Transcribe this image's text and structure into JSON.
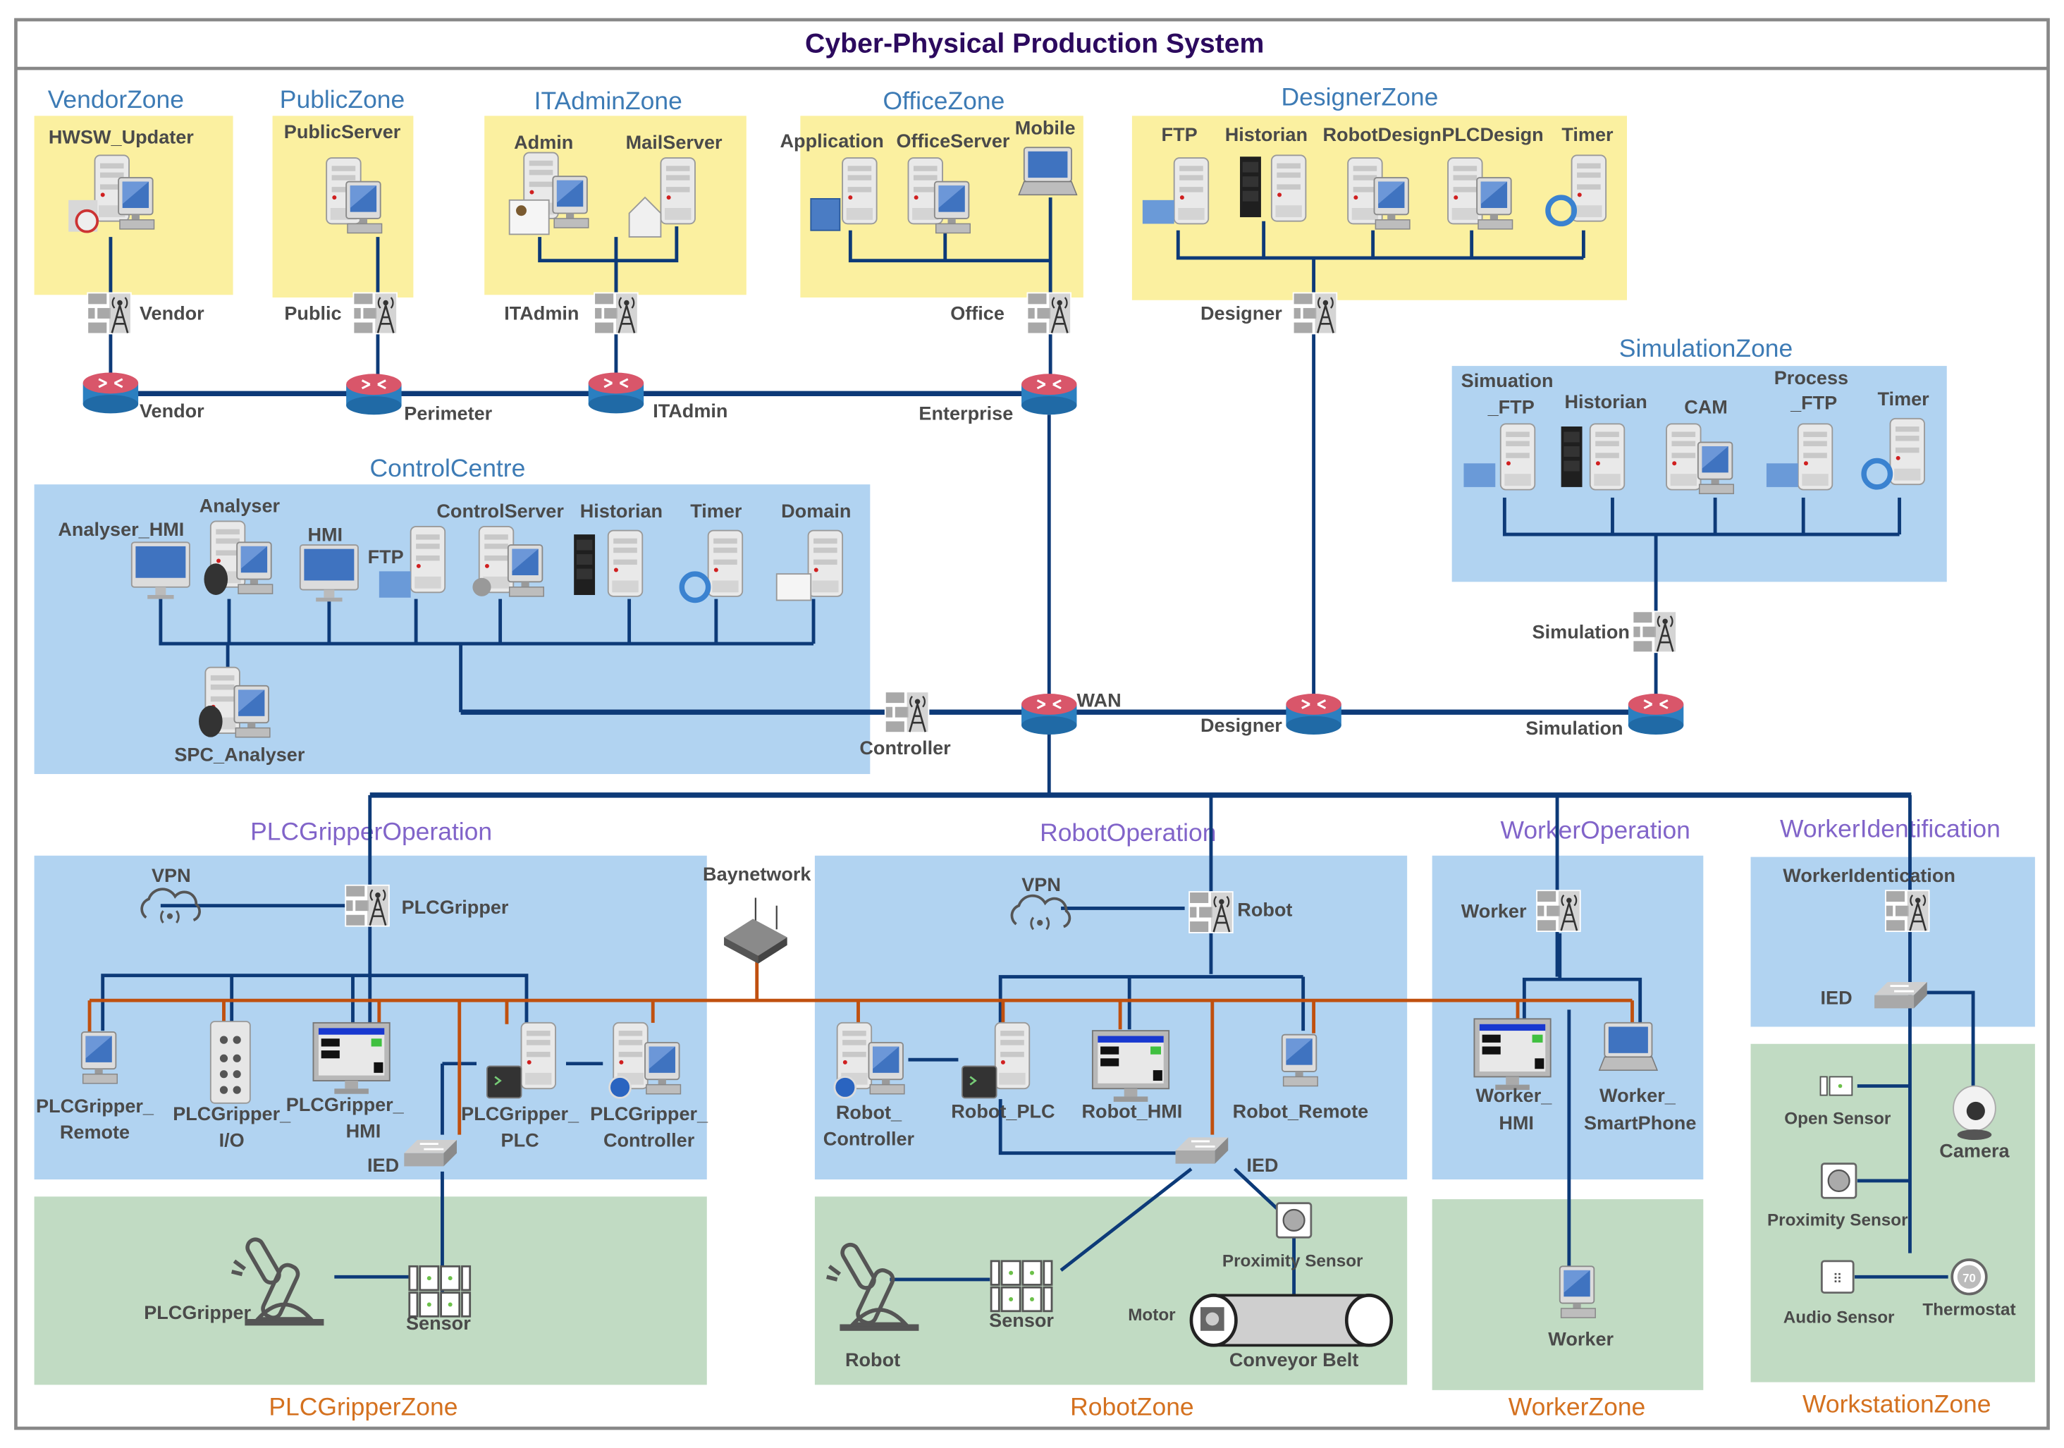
{
  "title": "Cyber-Physical Production System",
  "colors": {
    "it_zone_fill": "#fbf0a0",
    "operation_zone_fill": "#b1d3f1",
    "physical_zone_fill": "#c1dbc3",
    "network_link": "#0d3a78",
    "wireless_bus_link": "#c0500f",
    "title_color": "#2c0a5e",
    "it_zone_label": "#3d7bb5",
    "operation_zone_label": "#8164c9",
    "physical_zone_label": "#d4711f",
    "router_top": "#d9566a",
    "router_body": "#2b7fc0"
  },
  "zones": {
    "vendor": {
      "label": "VendorZone",
      "devices": [
        {
          "label": "HWSW_Updater",
          "icon": "server-workstation-cd-icon"
        }
      ],
      "firewall": "Vendor",
      "router": "Vendor"
    },
    "public": {
      "label": "PublicZone",
      "devices": [
        {
          "label": "PublicServer",
          "icon": "server-workstation-icon"
        }
      ],
      "firewall": "Public",
      "router": "Perimeter"
    },
    "itadmin": {
      "label": "ITAdminZone",
      "devices": [
        {
          "label": "Admin",
          "icon": "server-workstation-id-card-icon"
        },
        {
          "label": "MailServer",
          "icon": "mail-server-icon"
        }
      ],
      "firewall": "ITAdmin",
      "router": "ITAdmin"
    },
    "office": {
      "label": "OfficeZone",
      "devices": [
        {
          "label": "Application",
          "icon": "application-server-icon"
        },
        {
          "label": "OfficeServer",
          "icon": "server-workstation-icon"
        },
        {
          "label": "Mobile",
          "icon": "laptop-icon"
        }
      ],
      "firewall": "Office",
      "router": "Enterprise"
    },
    "designer": {
      "label": "DesignerZone",
      "devices": [
        {
          "label": "FTP",
          "icon": "ftp-server-icon"
        },
        {
          "label": "Historian",
          "icon": "historian-server-icon"
        },
        {
          "label": "RobotDesign",
          "icon": "server-workstation-icon"
        },
        {
          "label": "PLCDesign",
          "icon": "server-workstation-icon"
        },
        {
          "label": "Timer",
          "icon": "timer-server-icon"
        }
      ],
      "firewall": "Designer",
      "router": "Designer"
    },
    "simulation": {
      "label": "SimulationZone",
      "devices": [
        {
          "label_line1": "Simuation",
          "label_line2": "_FTP",
          "icon": "ftp-server-icon"
        },
        {
          "label": "Historian",
          "icon": "historian-server-icon"
        },
        {
          "label": "CAM",
          "icon": "server-workstation-gears-icon"
        },
        {
          "label_line1": "Process",
          "label_line2": "_FTP",
          "icon": "ftp-server-icon"
        },
        {
          "label": "Timer",
          "icon": "timer-server-icon"
        }
      ],
      "firewall": "Simulation",
      "router": "Simulation"
    },
    "control_centre": {
      "label": "ControlCentre",
      "devices": [
        {
          "label": "Analyser_HMI",
          "icon": "imac-icon"
        },
        {
          "label": "Analyser",
          "icon": "server-workstation-db-icon"
        },
        {
          "label": "HMI",
          "icon": "imac-icon"
        },
        {
          "label": "FTP",
          "icon": "ftp-server-icon"
        },
        {
          "label": "ControlServer",
          "icon": "server-workstation-gears-icon"
        },
        {
          "label": "Historian",
          "icon": "historian-server-icon"
        },
        {
          "label": "Timer",
          "icon": "timer-server-icon"
        },
        {
          "label": "Domain",
          "icon": "domain-server-icon"
        },
        {
          "label": "SPC_Analyser",
          "icon": "server-workstation-db-icon"
        }
      ],
      "firewall": "Controller"
    },
    "wan_router": "WAN",
    "plcgripper_operation": {
      "label": "PLCGripperOperation",
      "vpn": "VPN",
      "firewall": "PLCGripper",
      "devices": [
        {
          "line1": "PLCGripper_",
          "line2": "Remote",
          "icon": "workstation-icon"
        },
        {
          "line1": "PLCGripper_",
          "line2": "I/O",
          "icon": "io-module-icon"
        },
        {
          "line1": "PLCGripper_",
          "line2": "HMI",
          "icon": "hmi-panel-icon"
        },
        {
          "line1": "PLCGripper_",
          "line2": "PLC",
          "icon": "plc-server-icon"
        },
        {
          "line1": "PLCGripper_",
          "line2": "Controller",
          "icon": "controller-workstation-icon"
        }
      ],
      "switch": "IED"
    },
    "baynetwork": "Baynetwork",
    "robot_operation": {
      "label": "RobotOperation",
      "vpn": "VPN",
      "firewall": "Robot",
      "devices": [
        {
          "line1": "Robot_",
          "line2": "Controller",
          "icon": "controller-workstation-icon"
        },
        {
          "line1": "Robot_PLC",
          "line2": "",
          "icon": "plc-server-icon"
        },
        {
          "line1": "Robot_HMI",
          "line2": "",
          "icon": "hmi-panel-icon"
        },
        {
          "line1": "Robot_Remote",
          "line2": "",
          "icon": "workstation-icon"
        }
      ],
      "switch": "IED"
    },
    "worker_operation": {
      "label": "WorkerOperation",
      "firewall": "Worker",
      "devices": [
        {
          "line1": "Worker_",
          "line2": "HMI",
          "icon": "hmi-panel-icon"
        },
        {
          "line1": "Worker_",
          "line2": "SmartPhone",
          "icon": "laptop-icon"
        }
      ]
    },
    "worker_identification": {
      "label": "WorkerIdentification",
      "firewall": "WorkerIdentication",
      "switch": "IED"
    },
    "plcgripper_zone": {
      "label": "PLCGripperZone",
      "devices": [
        {
          "label": "PLCGripper",
          "icon": "robot-arm-icon"
        },
        {
          "label": "Sensor",
          "icon": "sensor-array-icon"
        }
      ]
    },
    "robot_zone": {
      "label": "RobotZone",
      "devices": [
        {
          "label": "Robot",
          "icon": "robot-arm-icon"
        },
        {
          "label": "Sensor",
          "icon": "sensor-array-icon"
        },
        {
          "label": "Proximity Sensor",
          "icon": "proximity-sensor-icon"
        },
        {
          "label": "Motor",
          "icon": "motor-icon"
        },
        {
          "label": "Conveyor Belt",
          "icon": "conveyor-belt-icon"
        }
      ]
    },
    "worker_zone": {
      "label": "WorkerZone",
      "devices": [
        {
          "label": "Worker",
          "icon": "workstation-icon"
        }
      ]
    },
    "workstation_zone": {
      "label": "WorkstationZone",
      "devices": [
        {
          "label": "Open Sensor",
          "icon": "open-sensor-icon"
        },
        {
          "label": "Camera",
          "icon": "webcam-icon"
        },
        {
          "label": "Proximity Sensor",
          "icon": "proximity-sensor-icon"
        },
        {
          "label": "Audio Sensor",
          "icon": "audio-sensor-icon"
        },
        {
          "label": "Thermostat",
          "icon": "thermostat-icon",
          "reading": "70"
        }
      ]
    }
  }
}
